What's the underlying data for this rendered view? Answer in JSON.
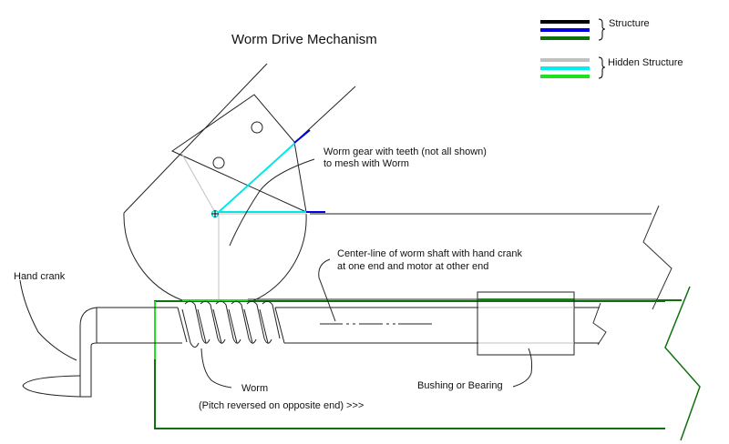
{
  "title": "Worm Drive Mechanism",
  "legend": {
    "structure_label": "Structure",
    "hidden_label": "Hidden Structure",
    "structure_colors": [
      "#000000",
      "#0000e0",
      "#107010"
    ],
    "hidden_colors": [
      "#c0c0c0",
      "#00f0f0",
      "#20e020"
    ]
  },
  "labels": {
    "worm_gear_line1": "Worm gear with teeth (not all shown)",
    "worm_gear_line2": "to mesh with Worm",
    "centerline_line1": "Center-line of worm shaft with hand crank",
    "centerline_line2": "at one end and motor at other end",
    "hand_crank": "Hand crank",
    "worm": "Worm",
    "pitch_note": "(Pitch reversed on opposite end)  >>>",
    "bushing": "Bushing or Bearing"
  }
}
